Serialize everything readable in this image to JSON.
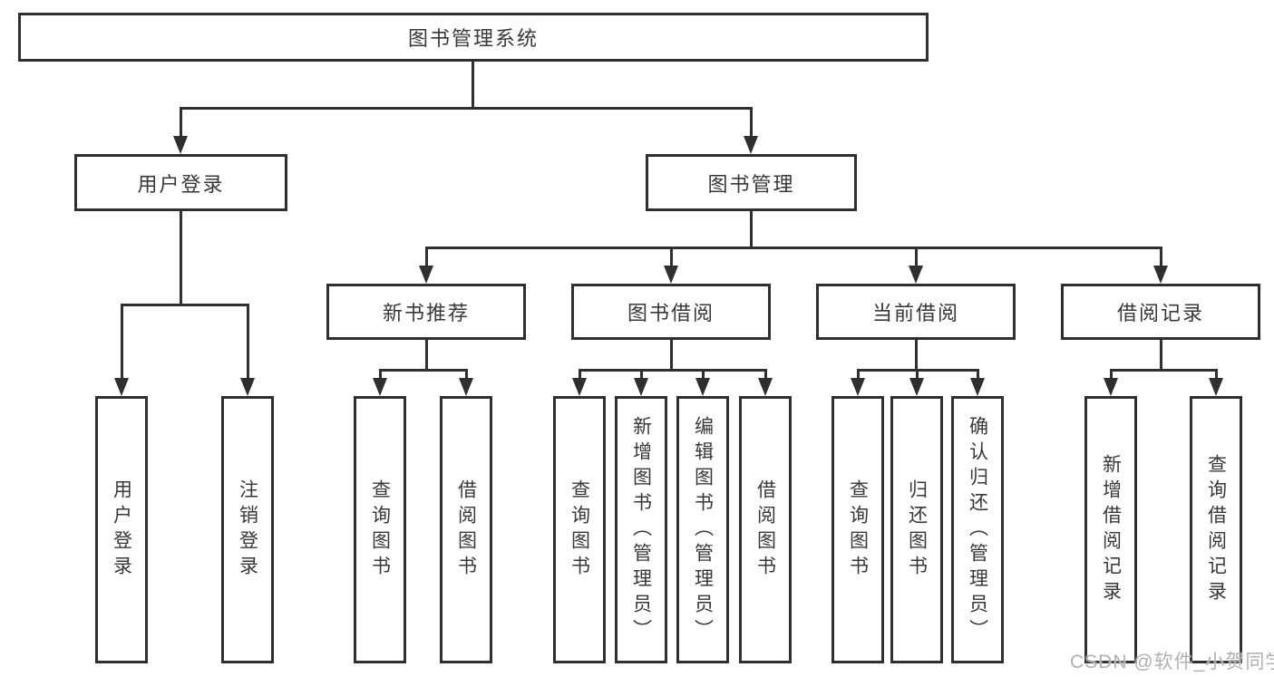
{
  "tree": {
    "root": {
      "label": "图书管理系统",
      "children": [
        {
          "label": "用户登录",
          "children": [
            {
              "label": "用户登录"
            },
            {
              "label": "注销登录"
            }
          ]
        },
        {
          "label": "图书管理",
          "children": [
            {
              "label": "新书推荐",
              "children": [
                {
                  "label": "查询图书"
                },
                {
                  "label": "借阅图书"
                }
              ]
            },
            {
              "label": "图书借阅",
              "children": [
                {
                  "label": "查询图书"
                },
                {
                  "label": "新增图书（管理员）"
                },
                {
                  "label": "编辑图书（管理员）"
                },
                {
                  "label": "借阅图书"
                }
              ]
            },
            {
              "label": "当前借阅",
              "children": [
                {
                  "label": "查询图书"
                },
                {
                  "label": "归还图书"
                },
                {
                  "label": "确认归还（管理员）"
                }
              ]
            },
            {
              "label": "借阅记录",
              "children": [
                {
                  "label": "新增借阅记录"
                },
                {
                  "label": "查询借阅记录"
                }
              ]
            }
          ]
        }
      ]
    }
  },
  "watermark": {
    "text": "CSDN @软件_小贺同学"
  },
  "colors": {
    "line": "#2f2f2f",
    "text": "#383838",
    "box_background": "#ffffff",
    "page_background": "#ffffff",
    "watermark": "#b0b0b0"
  }
}
